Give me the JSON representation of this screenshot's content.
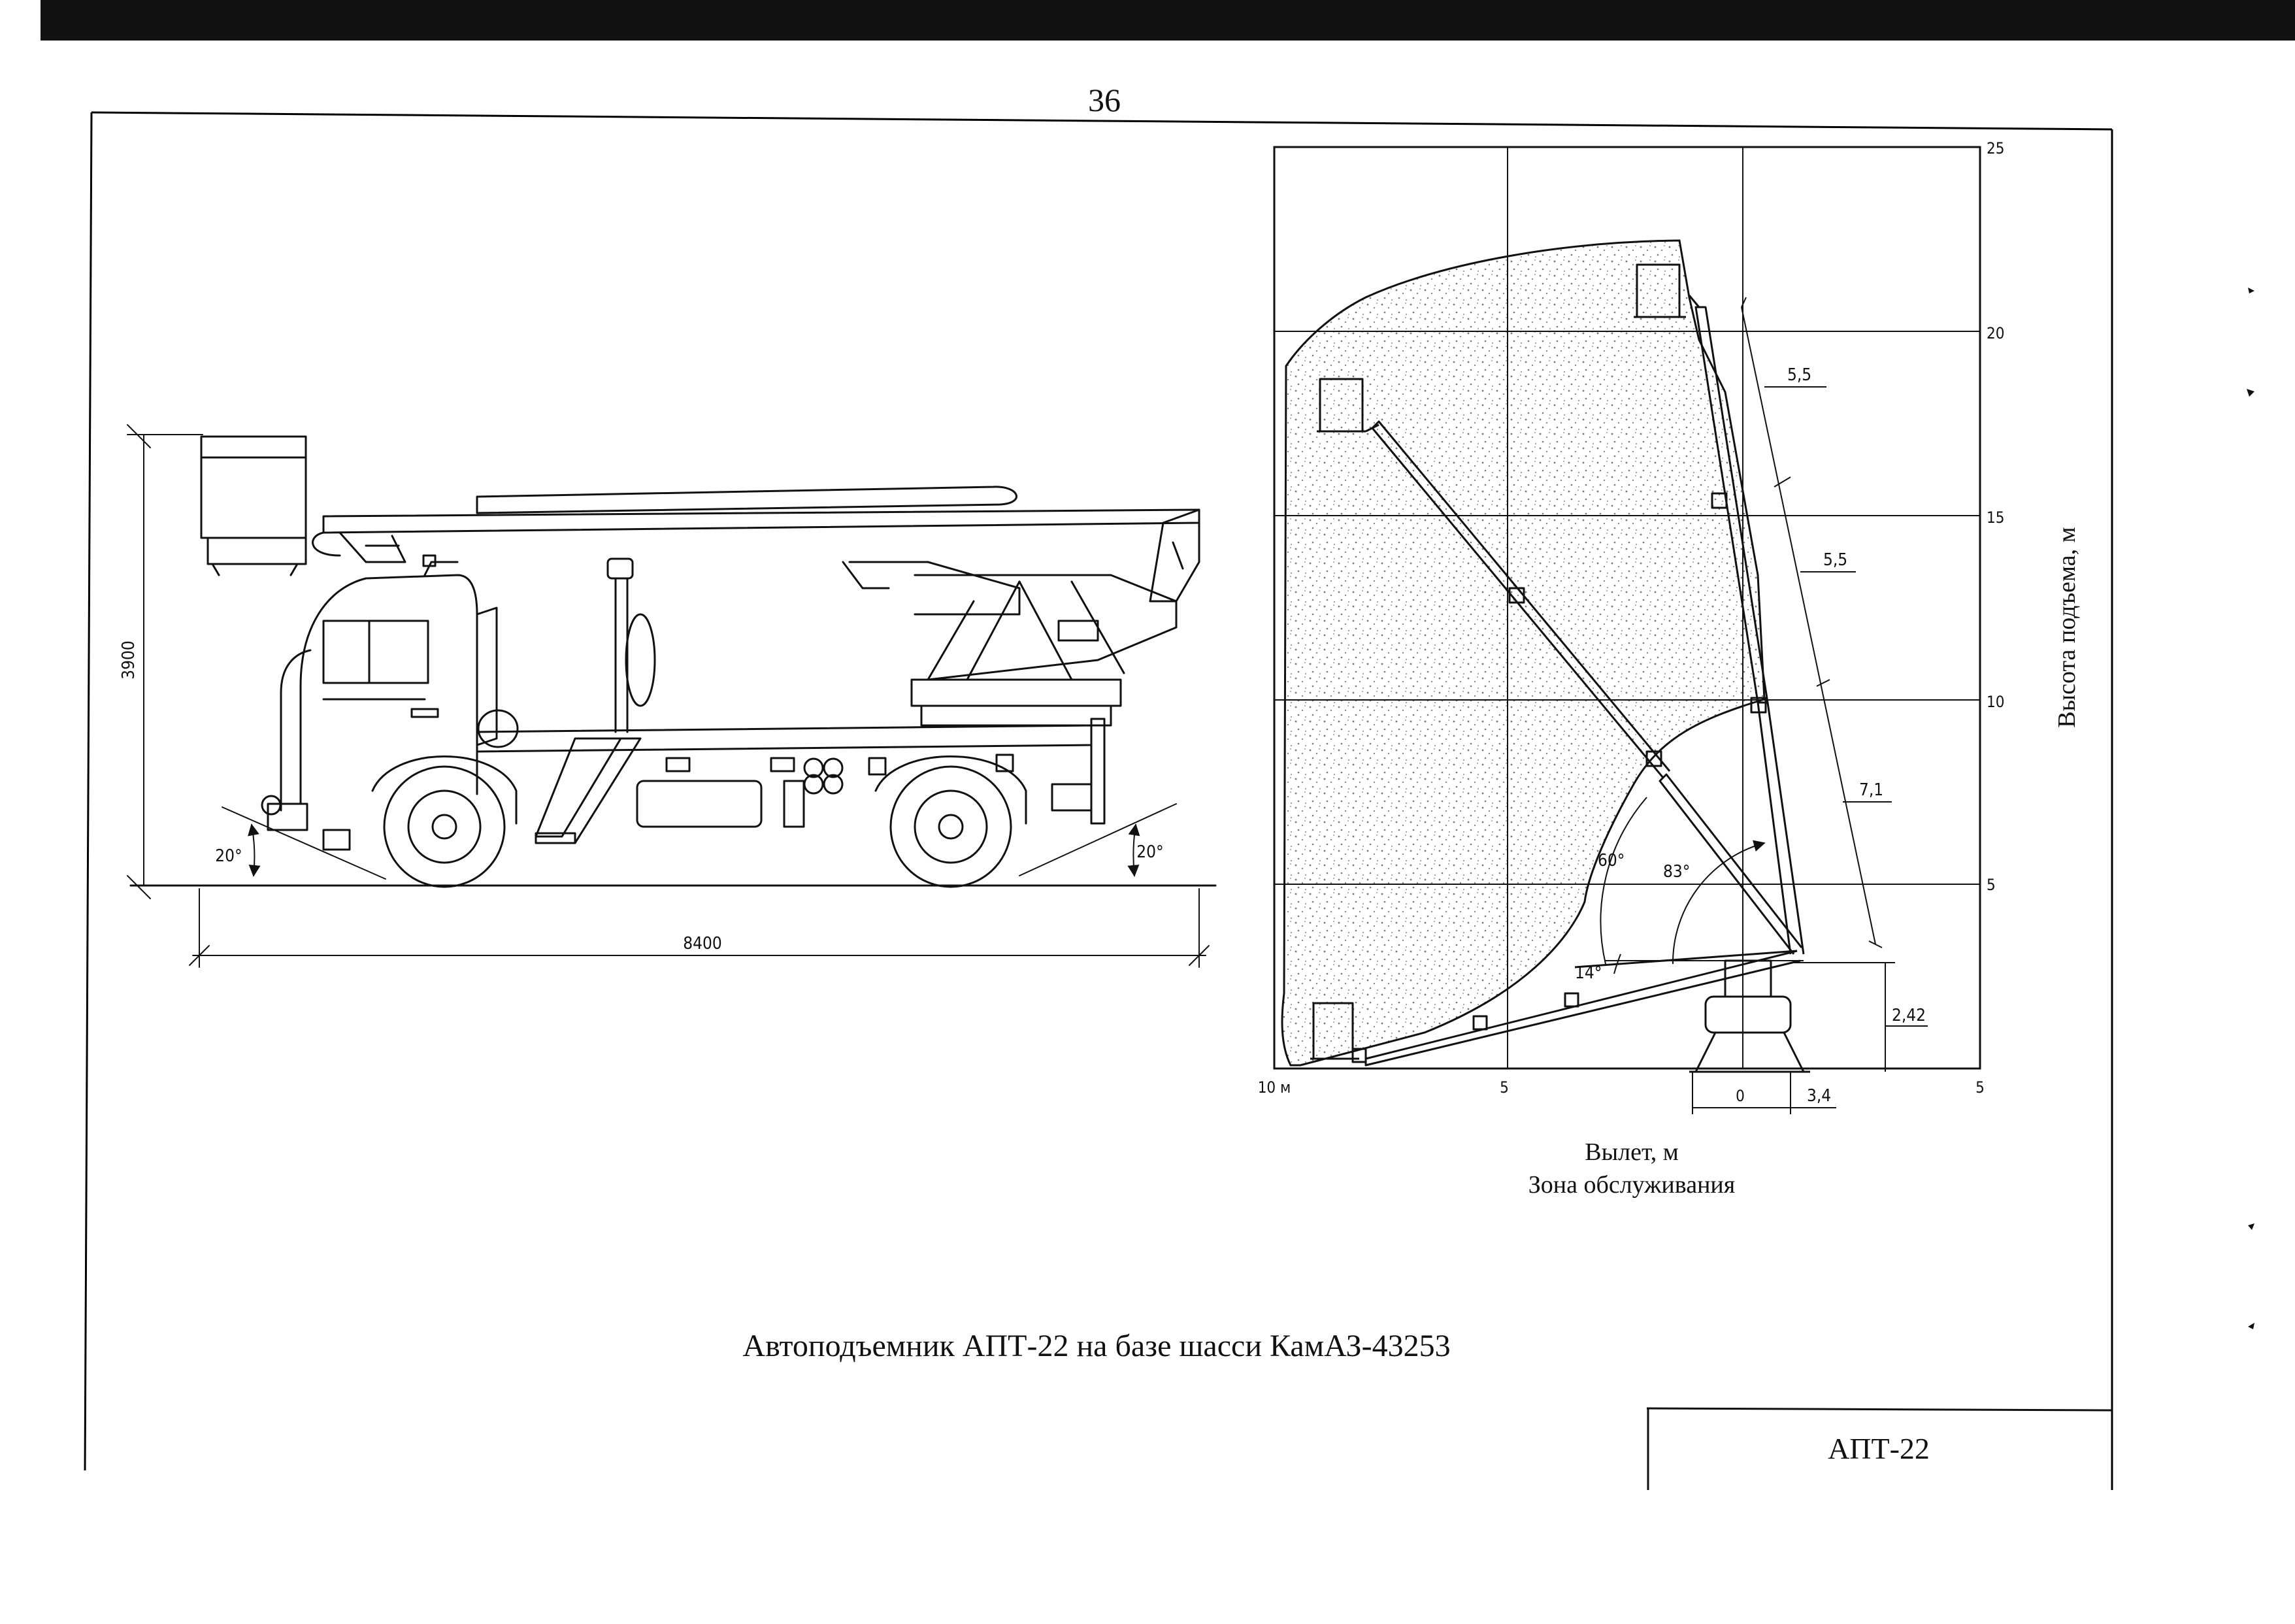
{
  "page": {
    "number": "36",
    "caption": "Автоподъемник АПТ-22 на базе шасси КамАЗ-43253",
    "stamp_label": "АПТ-22"
  },
  "truck_drawing": {
    "height_dim": "3900",
    "length_dim": "8400",
    "front_angle": "20°",
    "rear_angle": "20°"
  },
  "zone_chart": {
    "y_axis_title": "Высота подъема, м",
    "x_axis_title": "Вылет, м",
    "subtitle": "Зона обслуживания",
    "y_ticks": [
      "25",
      "20",
      "15",
      "10",
      "5"
    ],
    "x_ticks": [
      "10 м",
      "5",
      "0",
      "5"
    ],
    "dims": {
      "upper_boom": "5,5",
      "middle_boom": "5,5",
      "lower_boom": "7,1",
      "pivot_height": "2,42",
      "pivot_offset": "3,4"
    },
    "angles": {
      "a60": "60°",
      "a83": "83°",
      "a14": "14°"
    }
  },
  "colors": {
    "ink": "#111111",
    "paper": "#ffffff",
    "border": "#000000"
  }
}
